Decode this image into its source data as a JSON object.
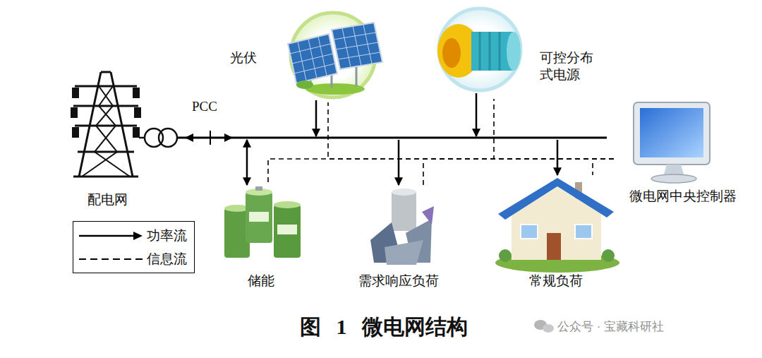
{
  "diagram": {
    "caption": "图 1 微电网结构",
    "nodes": [
      {
        "text": [
          "配电网"
        ]
      },
      {
        "text": [
          "光伏"
        ]
      },
      {
        "text": [
          "可控分布式电源"
        ]
      },
      {
        "text": [
          "储能"
        ]
      },
      {
        "text": [
          "需求响应负荷"
        ]
      },
      {
        "text": [
          "常规负荷"
        ]
      },
      {
        "text": [
          "微电网中央控制器"
        ]
      }
    ],
    "edges": [
      {
        "from": 6,
        "to": 1,
        "arrow": "none"
      },
      {
        "from": 6,
        "to": 2,
        "arrow": "none"
      },
      {
        "from": 6,
        "to": 3,
        "arrow": "none"
      },
      {
        "from": 6,
        "to": 4,
        "arrow": "none"
      },
      {
        "from": 6,
        "to": 5,
        "arrow": "none"
      }
    ],
    "labels": [
      "PCC",
      "公众号 · 宝藏科研社"
    ],
    "legend": [
      {
        "text": "功率流"
      },
      {
        "text": "信息流"
      }
    ]
  }
}
